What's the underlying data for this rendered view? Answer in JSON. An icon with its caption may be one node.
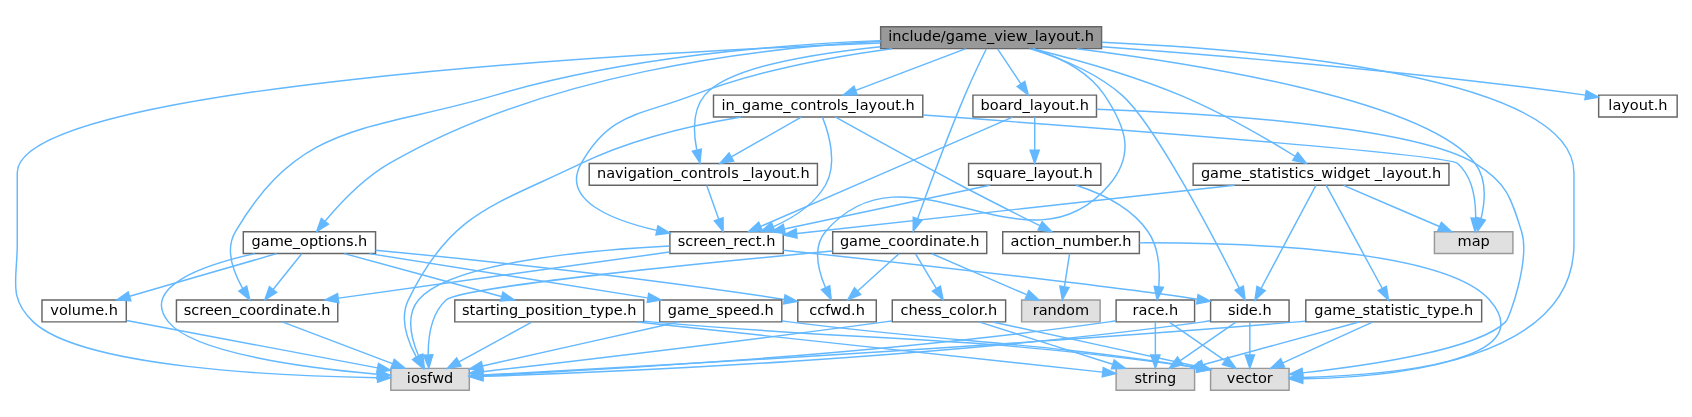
{
  "diagram": {
    "nodes": [
      {
        "text": [
          "include/game_view_layout.h"
        ]
      },
      {
        "text": [
          "in_game_controls_layout.h"
        ]
      },
      {
        "text": [
          "layout.h"
        ]
      },
      {
        "text": [
          "board_layout.h"
        ]
      },
      {
        "text": [
          "navigation_controls _layout.h"
        ]
      },
      {
        "text": [
          "square_layout.h"
        ]
      },
      {
        "text": [
          "game_statistics_widget _layout.h"
        ]
      },
      {
        "text": [
          "map"
        ]
      },
      {
        "text": [
          "game_coordinate.h"
        ]
      },
      {
        "text": [
          "game_options.h"
        ]
      },
      {
        "text": [
          "screen_rect.h"
        ]
      },
      {
        "text": [
          "ccfwd.h"
        ]
      },
      {
        "text": [
          "volume.h"
        ]
      },
      {
        "text": [
          "screen_coordinate.h"
        ]
      },
      {
        "text": [
          "chess_color.h"
        ]
      },
      {
        "text": [
          "starting_position_type.h"
        ]
      },
      {
        "text": [
          "game_speed.h"
        ]
      },
      {
        "text": [
          "side.h"
        ]
      },
      {
        "text": [
          "action_number.h"
        ]
      },
      {
        "text": [
          "race.h"
        ]
      },
      {
        "text": [
          "game_statistic_type.h"
        ]
      },
      {
        "text": [
          "random"
        ]
      },
      {
        "text": [
          "iosfwd"
        ]
      },
      {
        "text": [
          "string"
        ]
      },
      {
        "text": [
          "vector"
        ]
      }
    ],
    "edges": [
      {
        "from": 0,
        "to": 22,
        "arrow": "to"
      },
      {
        "from": 0,
        "to": 8,
        "arrow": "to"
      },
      {
        "from": 0,
        "to": 11,
        "arrow": "to"
      },
      {
        "from": 0,
        "to": 9,
        "arrow": "to"
      },
      {
        "from": 0,
        "to": 13,
        "arrow": "to"
      },
      {
        "from": 0,
        "to": 10,
        "arrow": "to"
      },
      {
        "from": 0,
        "to": 4,
        "arrow": "to"
      },
      {
        "from": 0,
        "to": 1,
        "arrow": "to"
      },
      {
        "from": 0,
        "to": 2,
        "arrow": "to"
      },
      {
        "from": 0,
        "to": 3,
        "arrow": "to"
      },
      {
        "from": 0,
        "to": 17,
        "arrow": "to"
      },
      {
        "from": 0,
        "to": 6,
        "arrow": "to"
      },
      {
        "from": 0,
        "to": 7,
        "arrow": "to"
      },
      {
        "from": 0,
        "to": 24,
        "arrow": "to"
      },
      {
        "from": 1,
        "to": 22,
        "arrow": "to"
      },
      {
        "from": 1,
        "to": 4,
        "arrow": "to"
      },
      {
        "from": 1,
        "to": 10,
        "arrow": "to"
      },
      {
        "from": 1,
        "to": 18,
        "arrow": "to"
      },
      {
        "from": 1,
        "to": 7,
        "arrow": "to"
      },
      {
        "from": 3,
        "to": 10,
        "arrow": "to"
      },
      {
        "from": 3,
        "to": 5,
        "arrow": "to"
      },
      {
        "from": 3,
        "to": 24,
        "arrow": "to"
      },
      {
        "from": 4,
        "to": 10,
        "arrow": "to"
      },
      {
        "from": 5,
        "to": 10,
        "arrow": "to"
      },
      {
        "from": 5,
        "to": 19,
        "arrow": "to"
      },
      {
        "from": 6,
        "to": 10,
        "arrow": "to"
      },
      {
        "from": 6,
        "to": 7,
        "arrow": "to"
      },
      {
        "from": 6,
        "to": 17,
        "arrow": "to"
      },
      {
        "from": 6,
        "to": 20,
        "arrow": "to"
      },
      {
        "from": 8,
        "to": 21,
        "arrow": "to"
      },
      {
        "from": 8,
        "to": 22,
        "arrow": "to"
      },
      {
        "from": 8,
        "to": 11,
        "arrow": "to"
      },
      {
        "from": 8,
        "to": 14,
        "arrow": "to"
      },
      {
        "from": 9,
        "to": 11,
        "arrow": "to"
      },
      {
        "from": 9,
        "to": 22,
        "arrow": "to"
      },
      {
        "from": 9,
        "to": 12,
        "arrow": "to"
      },
      {
        "from": 9,
        "to": 13,
        "arrow": "to"
      },
      {
        "from": 9,
        "to": 15,
        "arrow": "to"
      },
      {
        "from": 9,
        "to": 16,
        "arrow": "to"
      },
      {
        "from": 10,
        "to": 22,
        "arrow": "to"
      },
      {
        "from": 10,
        "to": 13,
        "arrow": "to"
      },
      {
        "from": 10,
        "to": 17,
        "arrow": "to"
      },
      {
        "from": 12,
        "to": 22,
        "arrow": "to"
      },
      {
        "from": 13,
        "to": 22,
        "arrow": "to"
      },
      {
        "from": 14,
        "to": 22,
        "arrow": "to"
      },
      {
        "from": 14,
        "to": 23,
        "arrow": "to"
      },
      {
        "from": 14,
        "to": 24,
        "arrow": "to"
      },
      {
        "from": 15,
        "to": 22,
        "arrow": "to"
      },
      {
        "from": 15,
        "to": 23,
        "arrow": "to"
      },
      {
        "from": 15,
        "to": 24,
        "arrow": "to"
      },
      {
        "from": 16,
        "to": 22,
        "arrow": "to"
      },
      {
        "from": 16,
        "to": 24,
        "arrow": "to"
      },
      {
        "from": 17,
        "to": 22,
        "arrow": "to"
      },
      {
        "from": 17,
        "to": 23,
        "arrow": "to"
      },
      {
        "from": 17,
        "to": 24,
        "arrow": "to"
      },
      {
        "from": 18,
        "to": 21,
        "arrow": "to"
      },
      {
        "from": 18,
        "to": 24,
        "arrow": "to"
      },
      {
        "from": 19,
        "to": 22,
        "arrow": "to"
      },
      {
        "from": 19,
        "to": 23,
        "arrow": "to"
      },
      {
        "from": 19,
        "to": 24,
        "arrow": "to"
      },
      {
        "from": 20,
        "to": 22,
        "arrow": "to"
      },
      {
        "from": 20,
        "to": 23,
        "arrow": "to"
      },
      {
        "from": 20,
        "to": 24,
        "arrow": "to"
      }
    ]
  }
}
